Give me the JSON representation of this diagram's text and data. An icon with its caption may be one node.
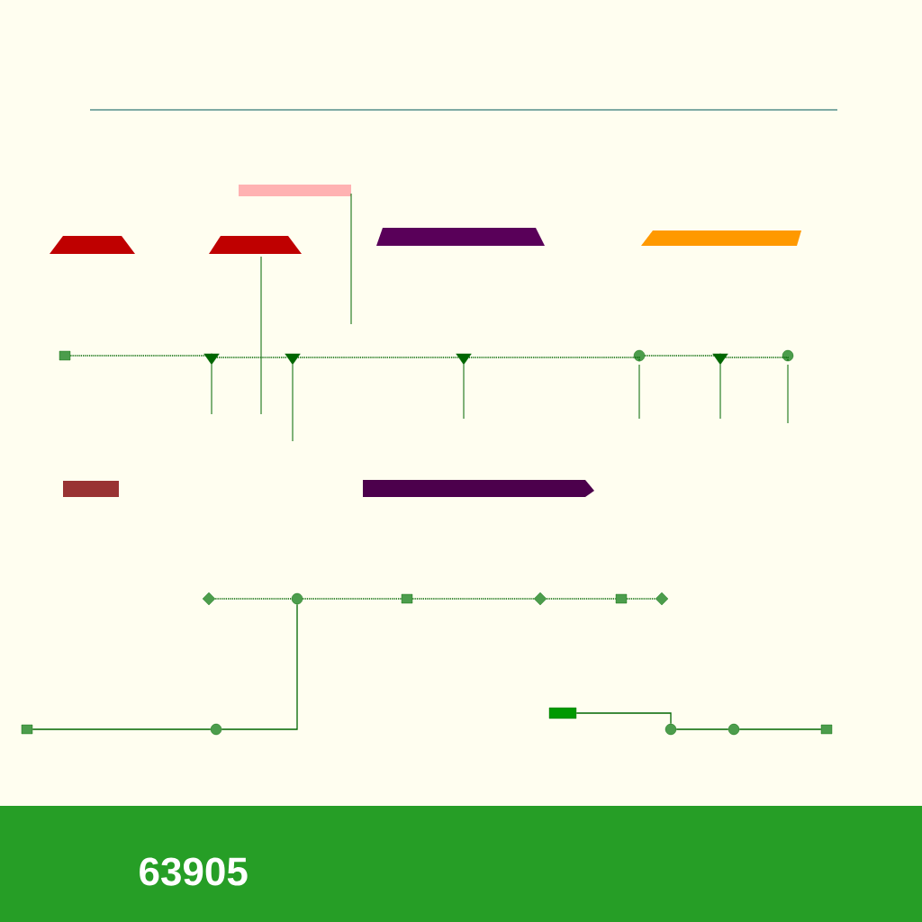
{
  "diagram": {
    "nodes": [
      {
        "text": [],
        "shape": "box"
      },
      {
        "text": [],
        "shape": "triangle"
      },
      {
        "text": [],
        "shape": "triangle"
      },
      {
        "text": [],
        "shape": "triangle"
      },
      {
        "text": [],
        "shape": "circle"
      },
      {
        "text": [],
        "shape": "triangle"
      },
      {
        "text": [],
        "shape": "circle"
      },
      {
        "text": [],
        "shape": "diamond"
      },
      {
        "text": [],
        "shape": "circle"
      },
      {
        "text": [],
        "shape": "box"
      },
      {
        "text": [],
        "shape": "diamond"
      },
      {
        "text": [],
        "shape": "box"
      },
      {
        "text": [],
        "shape": "diamond"
      },
      {
        "text": [],
        "shape": "box"
      },
      {
        "text": [],
        "shape": "circle"
      },
      {
        "text": [],
        "shape": "bar"
      },
      {
        "text": [],
        "shape": "circle"
      },
      {
        "text": [],
        "shape": "circle"
      },
      {
        "text": [],
        "shape": "box"
      }
    ],
    "edges": [
      {
        "from": 0,
        "to": 1,
        "arrow": "none",
        "style": "dashed"
      },
      {
        "from": 1,
        "to": 2,
        "arrow": "none",
        "style": "dashed"
      },
      {
        "from": 2,
        "to": 3,
        "arrow": "none",
        "style": "dashed"
      },
      {
        "from": 3,
        "to": 4,
        "arrow": "none",
        "style": "dashed"
      },
      {
        "from": 4,
        "to": 5,
        "arrow": "none",
        "style": "dashed"
      },
      {
        "from": 5,
        "to": 6,
        "arrow": "none",
        "style": "dashed"
      },
      {
        "from": 7,
        "to": 8,
        "arrow": "none",
        "style": "dashed"
      },
      {
        "from": 8,
        "to": 9,
        "arrow": "none",
        "style": "dashed"
      },
      {
        "from": 9,
        "to": 10,
        "arrow": "none",
        "style": "dashed"
      },
      {
        "from": 10,
        "to": 11,
        "arrow": "none",
        "style": "dashed"
      },
      {
        "from": 11,
        "to": 12,
        "arrow": "none",
        "style": "dashed"
      },
      {
        "from": 13,
        "to": 14,
        "arrow": "none"
      },
      {
        "from": 14,
        "to": 8,
        "arrow": "none"
      },
      {
        "from": 15,
        "to": 16,
        "arrow": "none"
      },
      {
        "from": 16,
        "to": 17,
        "arrow": "none"
      },
      {
        "from": 17,
        "to": 18,
        "arrow": "none"
      }
    ],
    "labels": [
      "63905"
    ]
  }
}
